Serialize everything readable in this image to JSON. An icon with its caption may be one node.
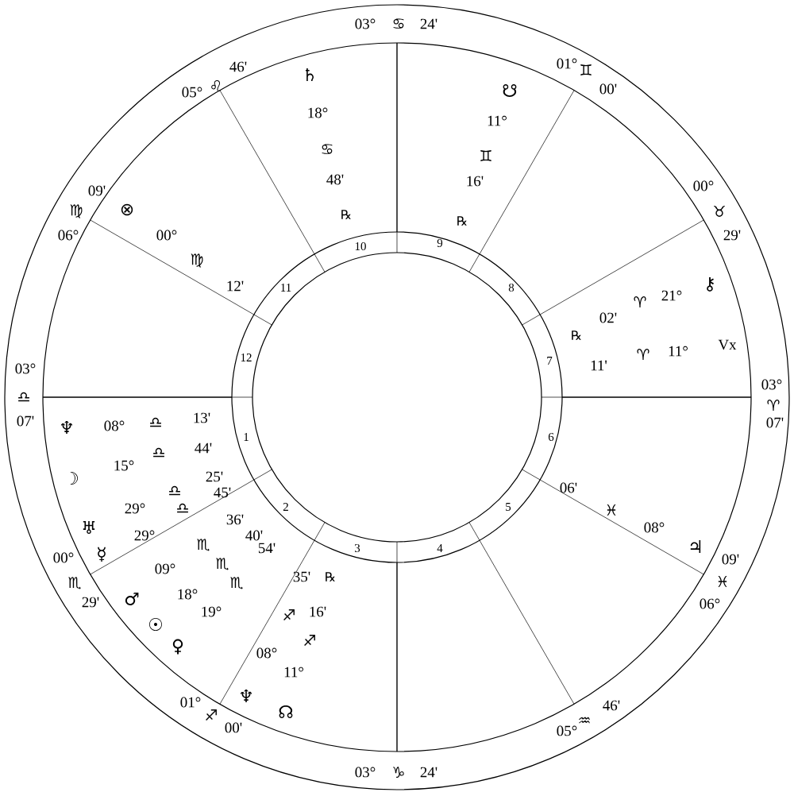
{
  "diagram": {
    "labels": [
      "03°",
      "♋",
      "24'",
      "05°",
      "♌",
      "46'",
      "♄",
      "18°",
      "♋",
      "48'",
      "℞",
      "01°",
      "♊",
      "00'",
      "☋",
      "11°",
      "♊",
      "16'",
      "℞",
      "09'",
      "♍",
      "06°",
      "⊗",
      "00°",
      "♍",
      "12'",
      "00°",
      "♉",
      "29'",
      "10",
      "9",
      "11",
      "8",
      "⚷",
      "21°",
      "♈",
      "02'",
      "℞",
      "Vx",
      "11°",
      "♈",
      "11'",
      "12",
      "7",
      "03°",
      "03°",
      "♎",
      "♈",
      "07'",
      "07'",
      "♆",
      "08°",
      "♎",
      "13'",
      "1",
      "6",
      "44'",
      "15°",
      "♎",
      "☽",
      "25'",
      "♎",
      "45'",
      "06'",
      "29°",
      "♎",
      "2",
      "5",
      "♓",
      "36'",
      "♅",
      "08°",
      "29°",
      "40'",
      "♏",
      "3",
      "4",
      "♃",
      "54'",
      "☿",
      "00°",
      "09'",
      "♏",
      "09°",
      "35'",
      "℞",
      "♓",
      "♏",
      "♏",
      "18°",
      "♂",
      "29'",
      "06°",
      "♐",
      "16'",
      "19°",
      "☉",
      "♐",
      "♀",
      "08°",
      "11°",
      "♆",
      "01°",
      "46'",
      "☊",
      "♐",
      "♒",
      "00'",
      "05°",
      "03°",
      "♑",
      "24'"
    ]
  }
}
